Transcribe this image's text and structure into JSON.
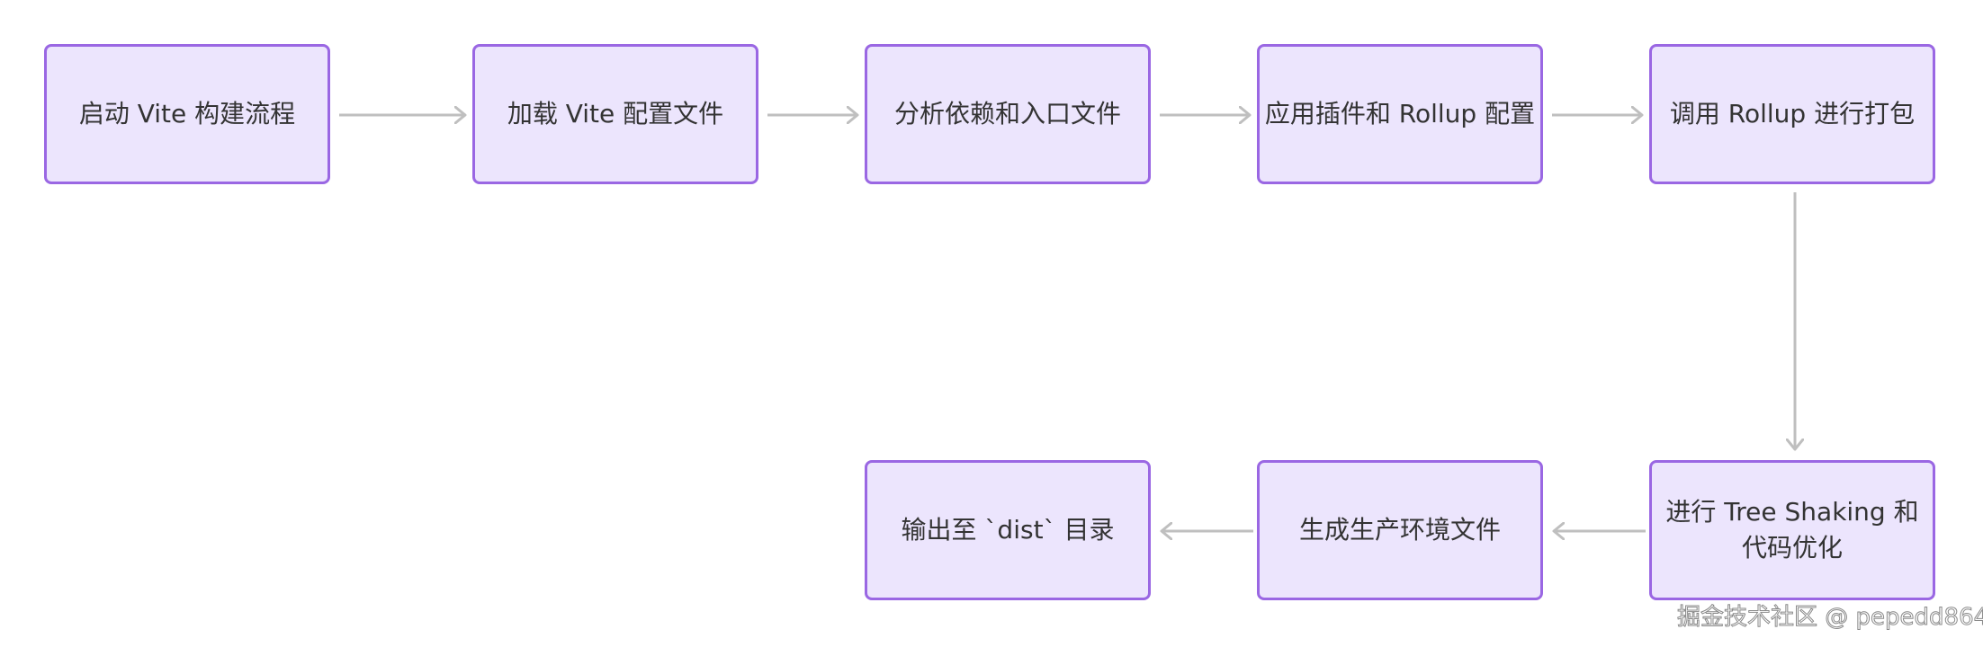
{
  "diagram": {
    "type": "flowchart",
    "colors": {
      "node_fill": "#ECE5FD",
      "node_border": "#9A67E3",
      "edge": "#BFBFBF",
      "text": "#333333"
    },
    "nodes": [
      {
        "id": "n1",
        "label": "启动 Vite 构建流程"
      },
      {
        "id": "n2",
        "label": "加载 Vite 配置文件"
      },
      {
        "id": "n3",
        "label": "分析依赖和入口文件"
      },
      {
        "id": "n4",
        "label": "应用插件和 Rollup 配置"
      },
      {
        "id": "n5",
        "label": "调用 Rollup 进行打包"
      },
      {
        "id": "n6",
        "label": "进行 Tree Shaking 和代码优化"
      },
      {
        "id": "n7",
        "label": "生成生产环境文件"
      },
      {
        "id": "n8",
        "label": "输出至 `dist` 目录"
      }
    ],
    "edges": [
      {
        "from": "n1",
        "to": "n2"
      },
      {
        "from": "n2",
        "to": "n3"
      },
      {
        "from": "n3",
        "to": "n4"
      },
      {
        "from": "n4",
        "to": "n5"
      },
      {
        "from": "n5",
        "to": "n6"
      },
      {
        "from": "n6",
        "to": "n7"
      },
      {
        "from": "n7",
        "to": "n8"
      }
    ]
  },
  "watermark": "掘金技术社区 @ pepedd864"
}
